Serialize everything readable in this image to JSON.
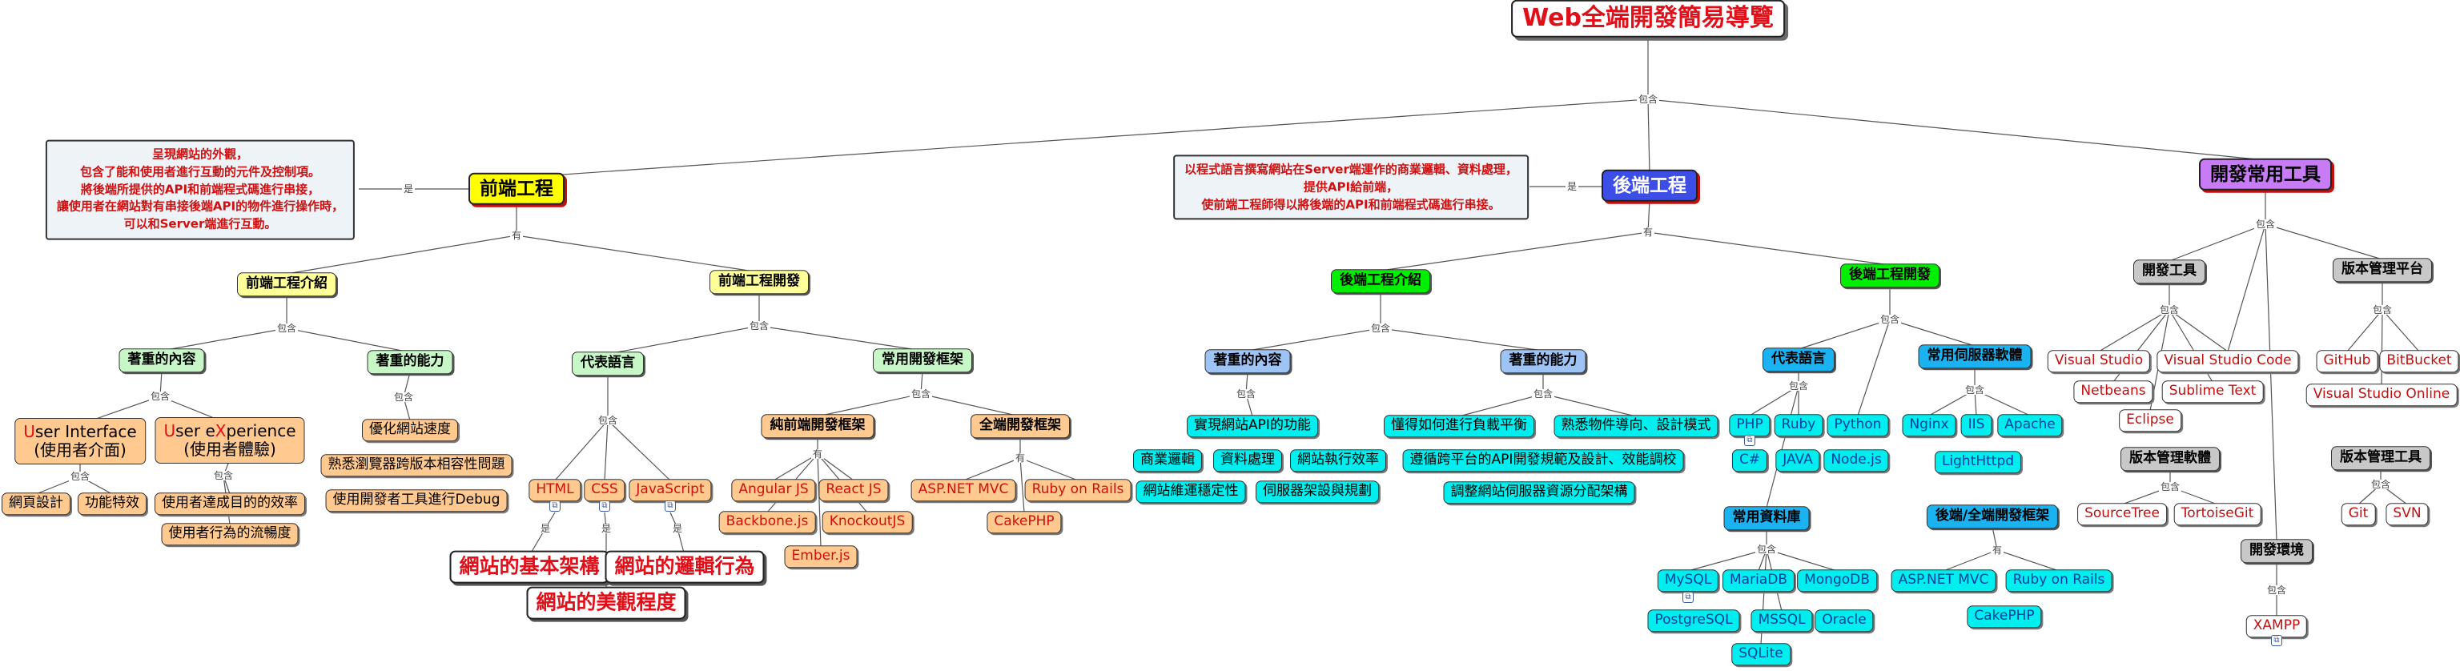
{
  "root": "Web全端開發簡易導覽",
  "relations": {
    "contains": "包含",
    "is": "是",
    "has": "有"
  },
  "frontend": {
    "title": "前端工程",
    "note": [
      "呈現網站的外觀，",
      "包含了能和使用者進行互動的元件及控制項。",
      "將後端所提供的API和前端程式碼進行串接，",
      "讓使用者在網站對有串接後端API的物件進行操作時，",
      "可以和Server端進行互動。"
    ],
    "intro": {
      "title": "前端工程介紹",
      "content": {
        "title": "著重的內容",
        "ui": {
          "line1": "User Interface",
          "line1_first": "U",
          "line1_rest": "ser Interface",
          "line2": "(使用者介面)",
          "items": [
            "網頁設計",
            "功能特效"
          ]
        },
        "ux": {
          "line1": "User eXperience",
          "line1_first": "U",
          "line1_mid": "ser e",
          "line1_x": "X",
          "line1_rest": "perience",
          "line2": "(使用者體驗)",
          "items": [
            "使用者達成目的的效率",
            "使用者行為的流暢度"
          ]
        }
      },
      "ability": {
        "title": "著重的能力",
        "items": [
          "優化網站速度",
          "熟悉瀏覽器跨版本相容性問題",
          "使用開發者工具進行Debug"
        ]
      }
    },
    "dev": {
      "title": "前端工程開發",
      "languages": {
        "title": "代表語言",
        "items": [
          "HTML",
          "CSS",
          "JavaScript"
        ],
        "concepts": [
          "網站的基本架構",
          "網站的美觀程度",
          "網站的邏輯行為"
        ]
      },
      "frameworks": {
        "title": "常用開發框架",
        "pure": {
          "title": "純前端開發框架",
          "items": [
            "Angular JS",
            "React JS",
            "Backbone.js",
            "KnockoutJS",
            "Ember.js"
          ]
        },
        "full": {
          "title": "全端開發框架",
          "items": [
            "ASP.NET MVC",
            "Ruby on Rails",
            "CakePHP"
          ]
        }
      }
    }
  },
  "backend": {
    "title": "後端工程",
    "note": [
      "以程式語言撰寫網站在Server端運作的商業邏輯、資料處理，",
      "提供API給前端，",
      "使前端工程師得以將後端的API和前端程式碼進行串接。"
    ],
    "intro": {
      "title": "後端工程介紹",
      "content": {
        "title": "著重的內容",
        "head": "實現網站API的功能",
        "items": [
          "商業邏輯",
          "資料處理",
          "網站執行效率",
          "網站維運穩定性",
          "伺服器架設與規劃"
        ]
      },
      "ability": {
        "title": "著重的能力",
        "items": [
          "懂得如何進行負載平衡",
          "熟悉物件導向、設計模式",
          "遵循跨平台的API開發規範及設計、效能調校",
          "調整網站伺服器資源分配架構"
        ]
      }
    },
    "dev": {
      "title": "後端工程開發",
      "languages": {
        "title": "代表語言",
        "items": [
          "PHP",
          "Ruby",
          "Python",
          "C#",
          "JAVA",
          "Node.js"
        ]
      },
      "servers": {
        "title": "常用伺服器軟體",
        "items": [
          "Nginx",
          "IIS",
          "Apache",
          "LightHttpd"
        ]
      },
      "databases": {
        "title": "常用資料庫",
        "items": [
          "MySQL",
          "MariaDB",
          "MongoDB",
          "PostgreSQL",
          "MSSQL",
          "Oracle",
          "SQLite"
        ]
      },
      "frameworks": {
        "title": "後端/全端開發框架",
        "items": [
          "ASP.NET MVC",
          "Ruby on Rails",
          "CakePHP"
        ]
      }
    }
  },
  "tools": {
    "title": "開發常用工具",
    "dev_tools": {
      "title": "開發工具",
      "items": [
        "Visual Studio",
        "Visual Studio Code",
        "Netbeans",
        "Sublime Text",
        "Eclipse"
      ]
    },
    "vc_software": {
      "title": "版本管理軟體",
      "items": [
        "SourceTree",
        "TortoiseGit"
      ]
    },
    "vc_platform": {
      "title": "版本管理平台",
      "items": [
        "GitHub",
        "BitBucket",
        "Visual Studio Online"
      ]
    },
    "vc_tools": {
      "title": "版本管理工具",
      "items": [
        "Git",
        "SVN"
      ]
    },
    "env": {
      "title": "開發環境",
      "items": [
        "XAMPP"
      ]
    }
  },
  "colors": {
    "root_text": "#e0101a",
    "frontend": "#ffff00",
    "backend": "#3d4ee6",
    "tools": "#c77bf5",
    "frontend_leaf": "#ffc98f",
    "backend_leaf": "#00eeee",
    "tool_leaf": "#ffffff"
  }
}
